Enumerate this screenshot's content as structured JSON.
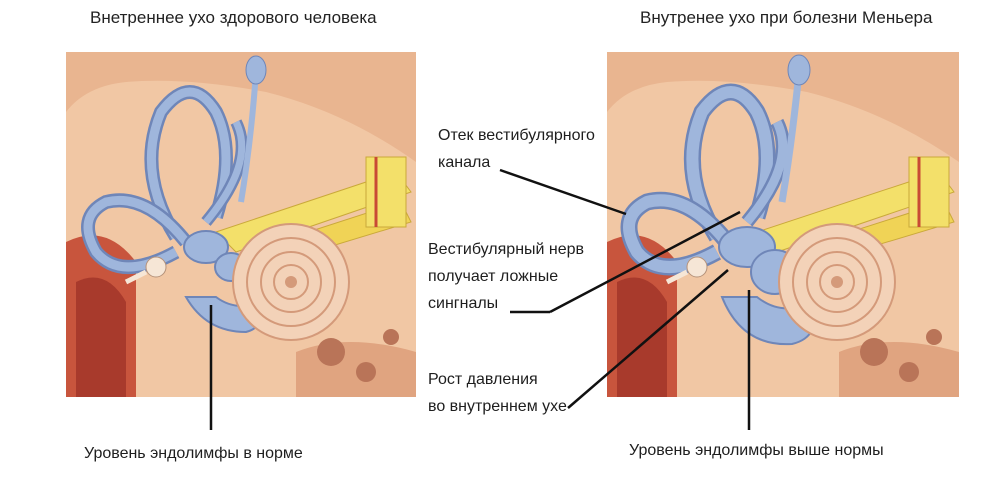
{
  "titles": {
    "left": "Внетреннее ухо здорового человека",
    "right": "Внутренее ухо при болезни Меньера"
  },
  "labels": {
    "left_bottom": "Уровень эндолимфы в норме",
    "right_bottom": "Уровень эндолимфы выше нормы",
    "edema": [
      "Отек вестибулярного",
      "канала"
    ],
    "nerve": [
      "Вестибулярный нерв",
      "получает ложные",
      "сингналы"
    ],
    "pressure": [
      "Рост давления",
      "во внутреннем ухе"
    ]
  },
  "colors": {
    "tissue": "#f1c7a4",
    "bone": "#e9b590",
    "labyrinth": "#9fb6dc",
    "labyrinth_edge": "#6f86b8",
    "cochlea": "#f3d2b8",
    "nerve": "#f3e06a",
    "red": "#c84a35",
    "line": "#111111"
  }
}
